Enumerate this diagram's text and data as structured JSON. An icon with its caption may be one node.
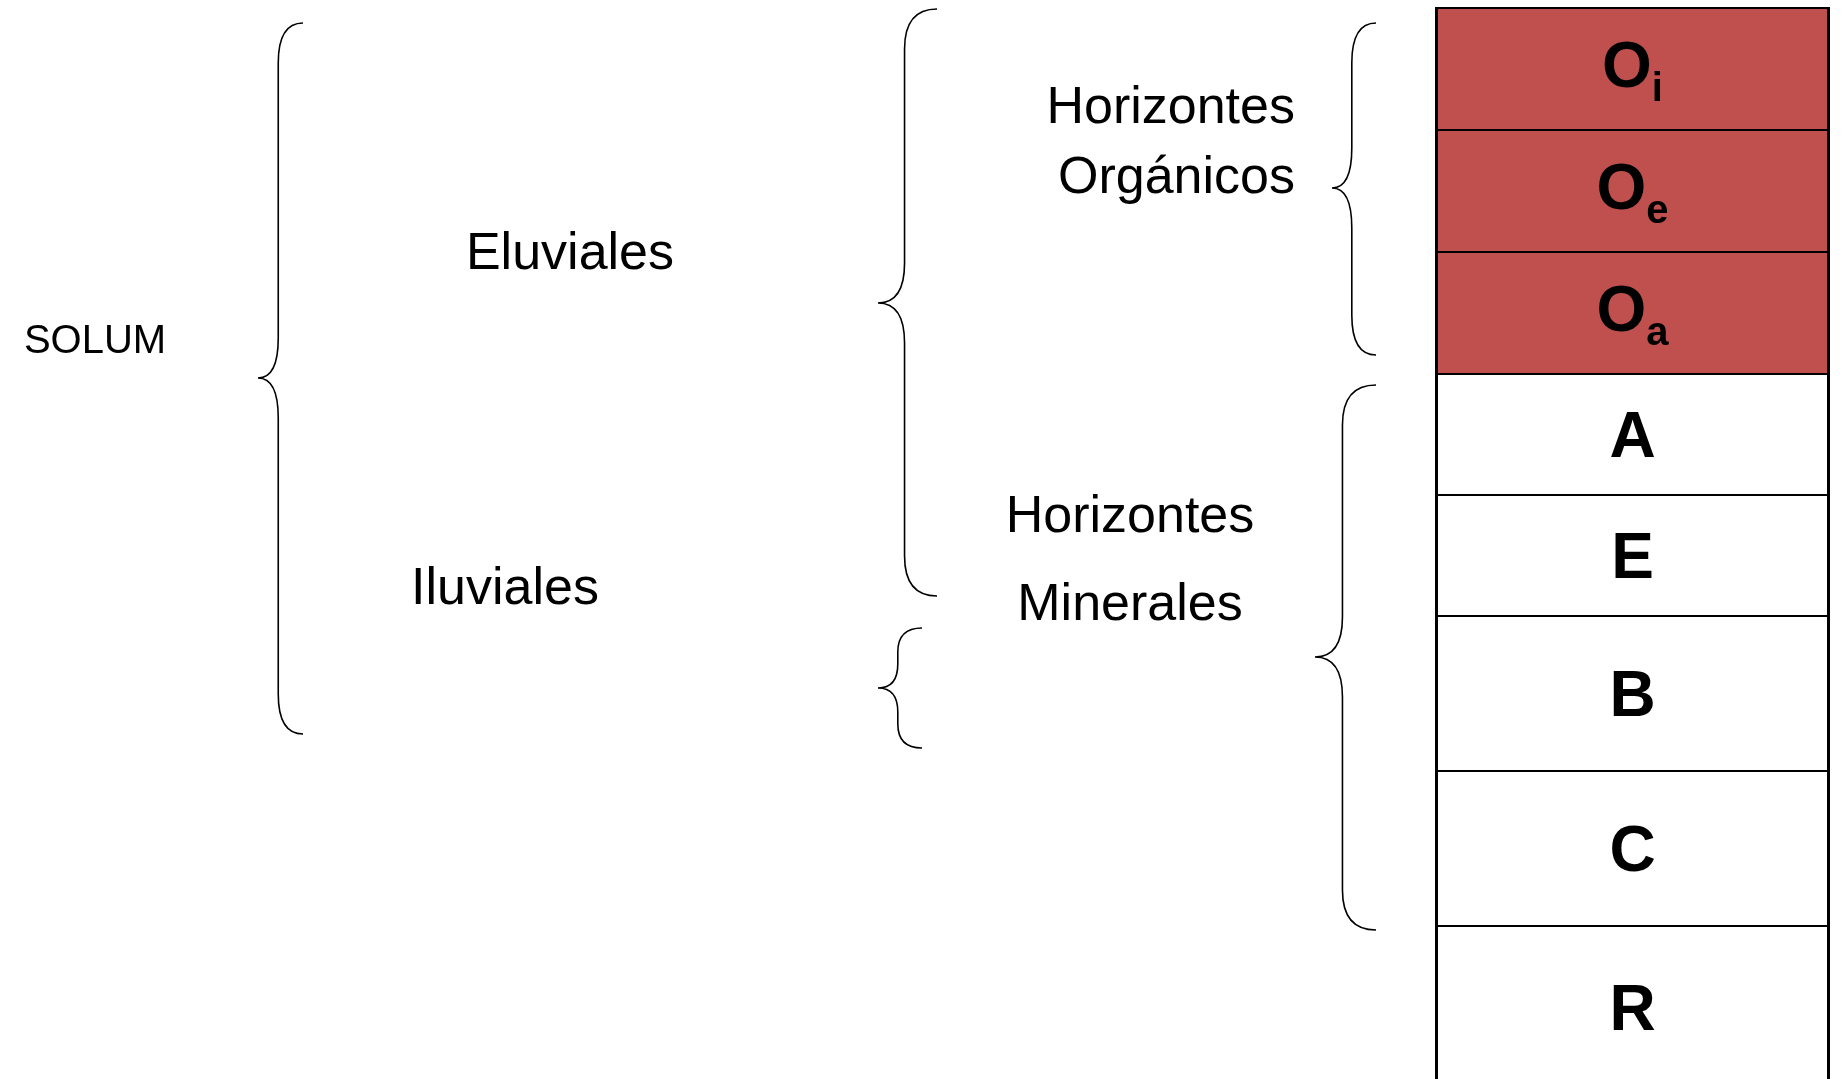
{
  "diagram": {
    "nodes": [
      {
        "text": [
          "O$_{i}$"
        ]
      },
      {
        "text": [
          "O$_{e}$"
        ]
      },
      {
        "text": [
          "O$_{a}$"
        ]
      },
      {
        "text": [
          "A"
        ]
      },
      {
        "text": [
          "E"
        ]
      },
      {
        "text": [
          "B"
        ]
      },
      {
        "text": [
          "C"
        ]
      },
      {
        "text": [
          "R"
        ]
      }
    ],
    "edges": [],
    "labels": [
      "SOLUM",
      "Eluviales",
      "Iluviales",
      "Horizontes Orgánicos",
      "Horizontes Minerales"
    ]
  }
}
